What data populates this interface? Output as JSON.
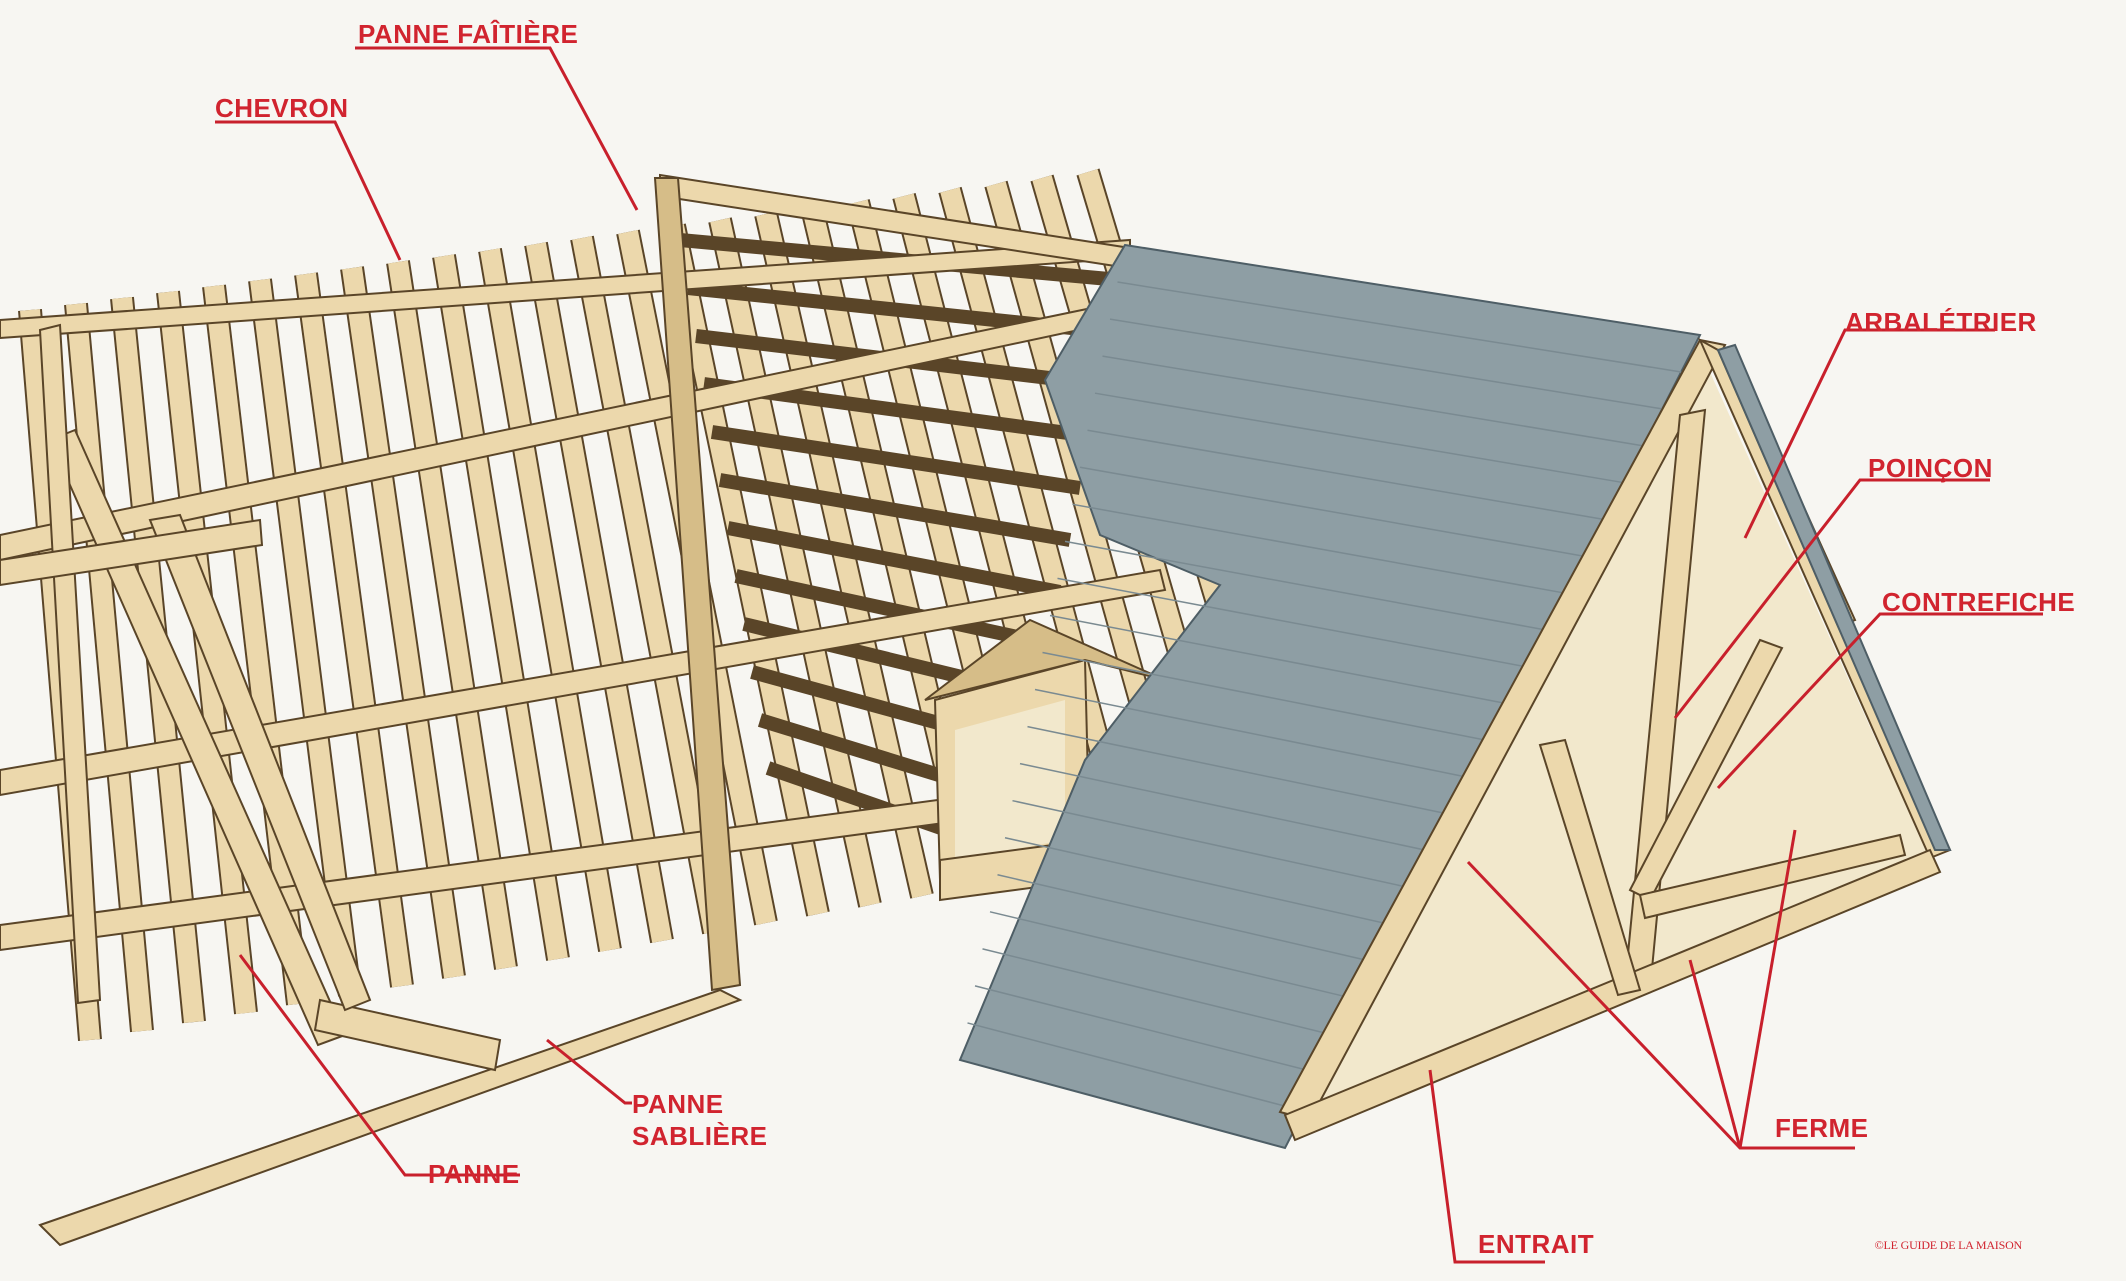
{
  "labels": {
    "panne_faitiere": "PANNE FAÎTIÈRE",
    "chevron": "CHEVRON",
    "arbaletrier": "ARBALÉTRIER",
    "poincon": "POINÇON",
    "contrefiche": "CONTREFICHE",
    "panne_sabliere_line1": "PANNE",
    "panne_sabliere_line2": "SABLIÈRE",
    "panne": "PANNE",
    "ferme": "FERME",
    "entrait": "ENTRAIT"
  },
  "credit": "©LE GUIDE DE LA MAISON",
  "colors": {
    "label_red": "#d1242f",
    "wood": "#ecd8ac",
    "wood_outline": "#5a4528",
    "slate": "#8e9ea4",
    "background": "#f7f6f2"
  }
}
